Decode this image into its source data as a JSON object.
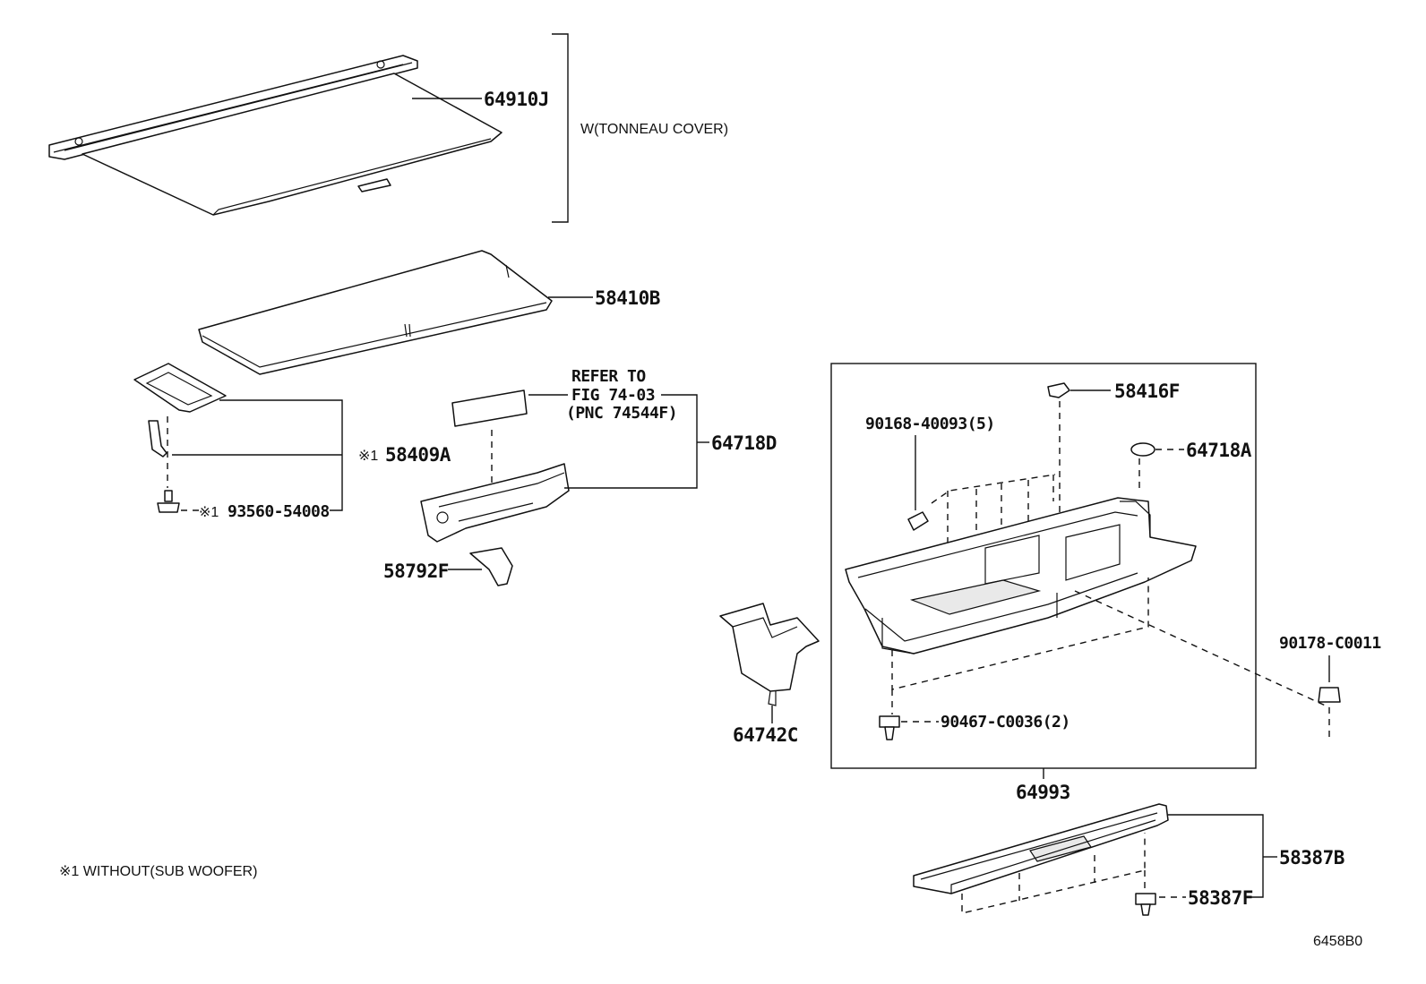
{
  "parts": {
    "p64910J": "64910J",
    "p58410B": "58410B",
    "p58409A": "58409A",
    "p93560": "93560-54008",
    "p64718D": "64718D",
    "p58792F": "58792F",
    "p64742C": "64742C",
    "p58416F": "58416F",
    "p90168": "90168-40093(5)",
    "p64718A": "64718A",
    "p90178": "90178-C0011",
    "p90467": "90467-C0036(2)",
    "p64993": "64993",
    "p58387B": "58387B",
    "p58387F": "58387F"
  },
  "notes": {
    "tonneau": "W(TONNEAU COVER)",
    "refer_line1": "REFER TO",
    "refer_line2": "FIG 74-03",
    "refer_line3": "(PNC 74544F)",
    "mark1": "※1",
    "mark2": "※1",
    "footnote": "※1 WITHOUT(SUB WOOFER)",
    "diagram_code": "6458B0"
  }
}
